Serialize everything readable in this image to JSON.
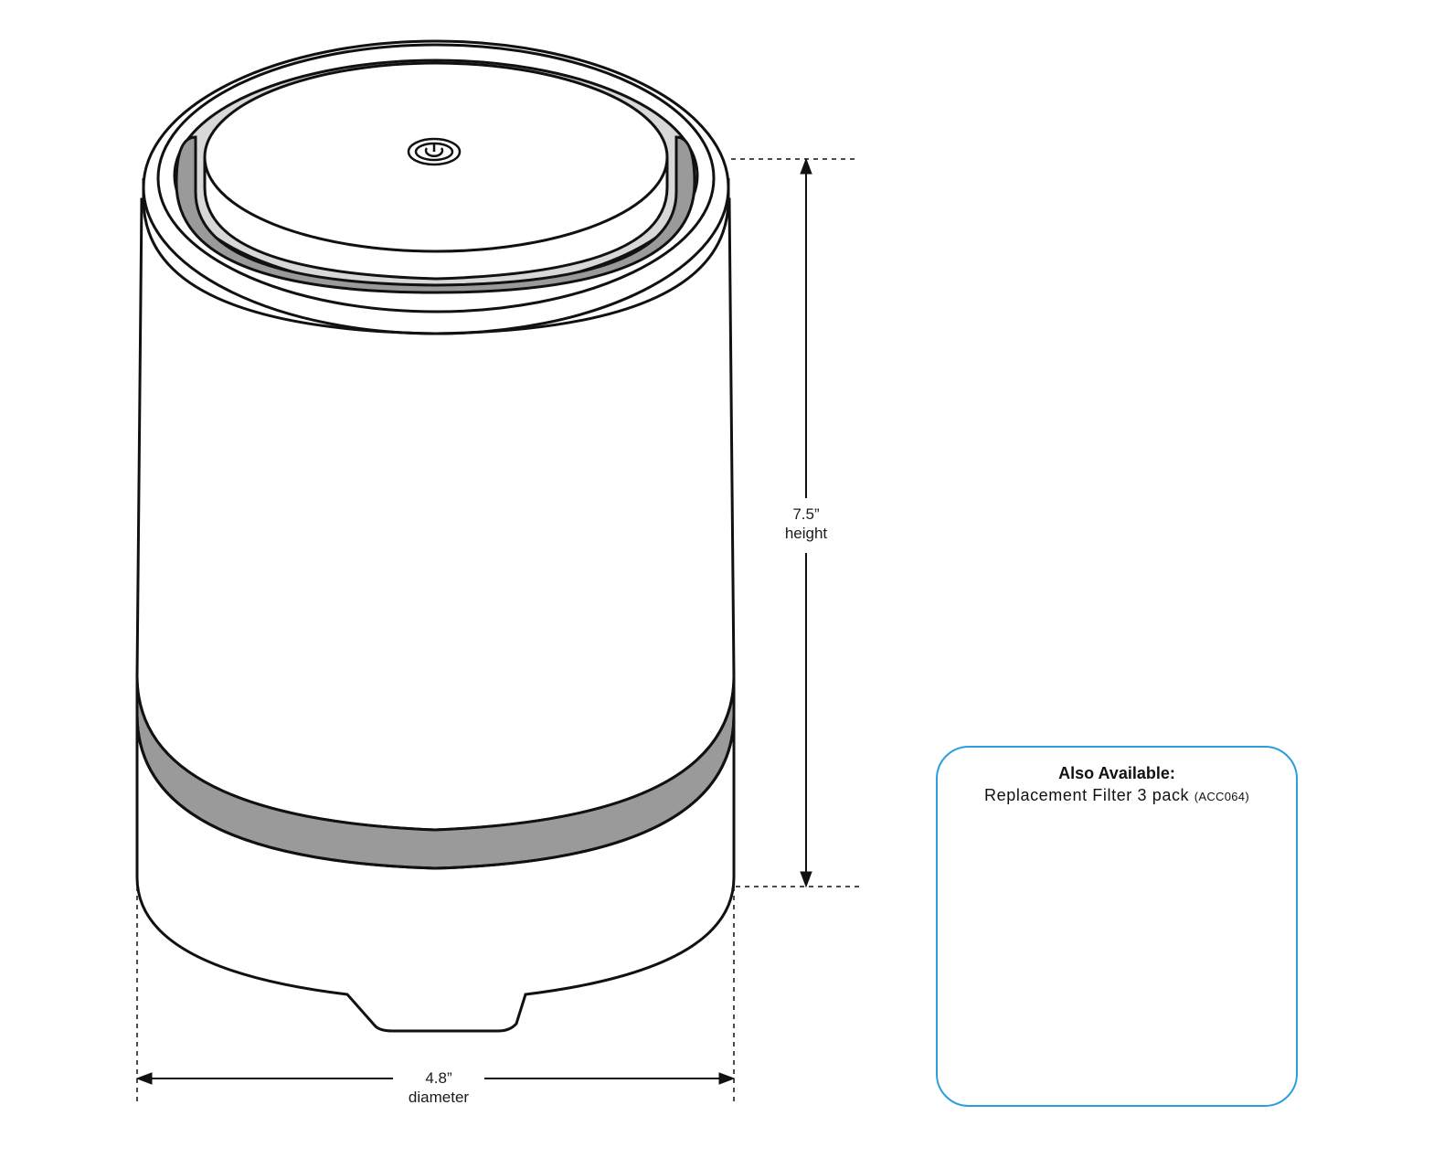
{
  "dimensions": {
    "height": {
      "value": "7.5”",
      "label": "height"
    },
    "diameter": {
      "value": "4.8”",
      "label": "diameter"
    }
  },
  "callout": {
    "title": "Also Available:",
    "product": "Replacement Filter 3 pack",
    "code": "(ACC064)",
    "border_color": "#2a9fe0"
  },
  "colors": {
    "line": "#111111",
    "band": "#9a9a9a",
    "highlight": "#d8d8d8"
  },
  "icons": [
    "power-icon"
  ]
}
